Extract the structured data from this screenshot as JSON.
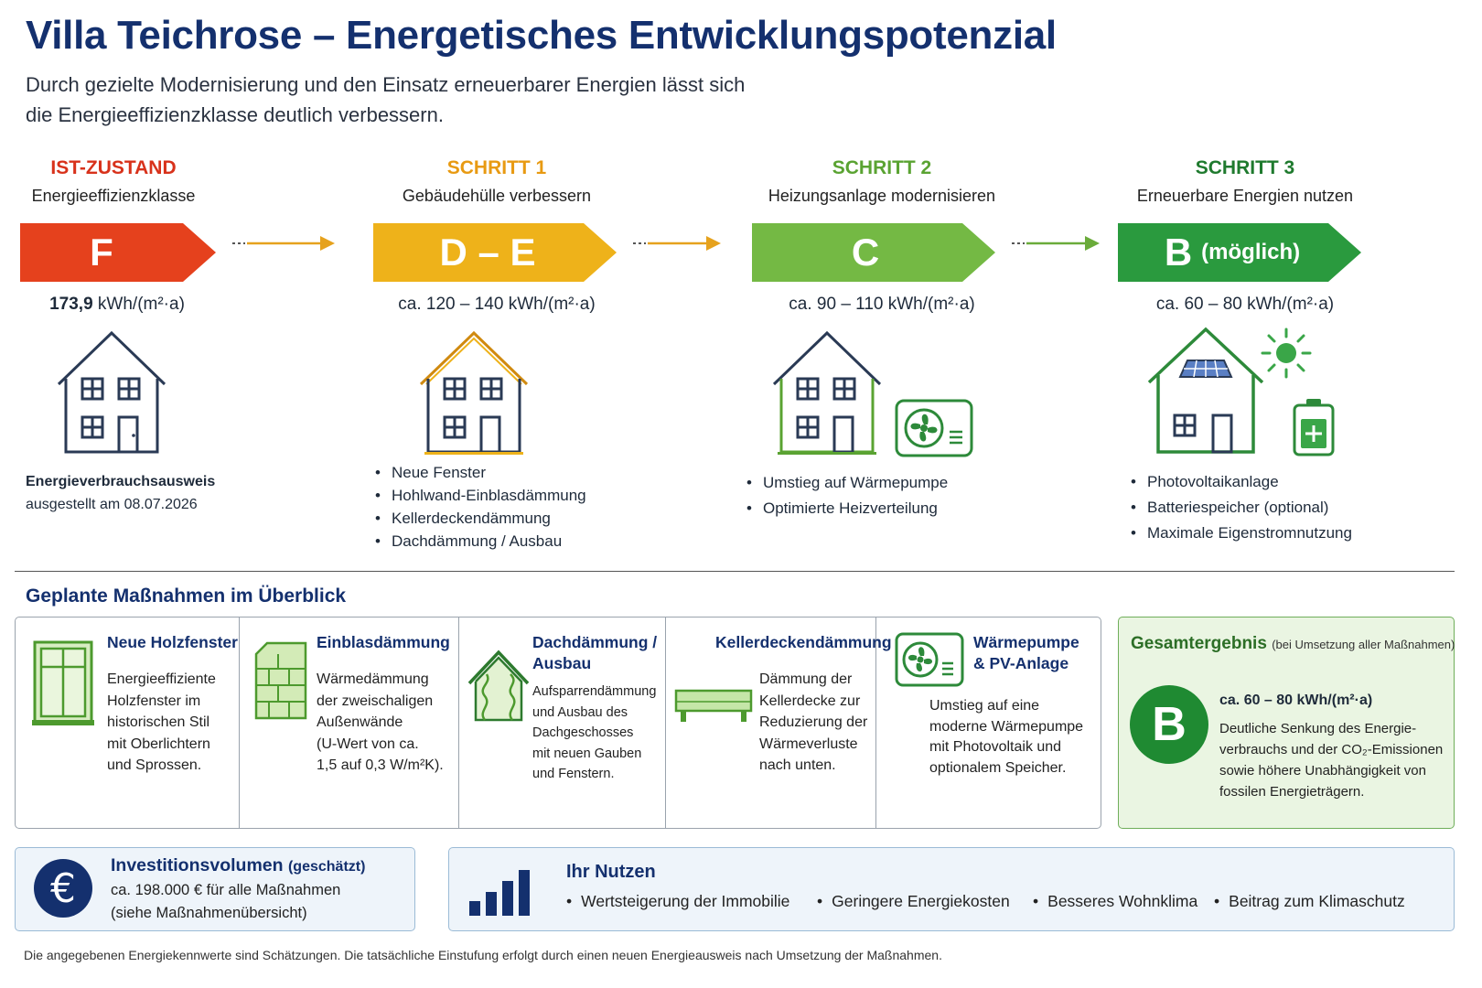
{
  "title": "Villa Teichrose – Energetisches Entwicklungspotenzial",
  "intro_line1": "Durch gezielte Modernisierung und den Einsatz erneuerbarer Energien lässt sich",
  "intro_line2": "die Energieeffizienzklasse deutlich verbessern.",
  "colors": {
    "red": "#e5411d",
    "orange": "#eeb21a",
    "lightgreen": "#74b944",
    "green": "#2a9a3e",
    "navy": "#14306e"
  },
  "steps": [
    {
      "head": "IST-ZUSTAND",
      "sub": "Energieeffizienzklasse",
      "cls": "F",
      "cls_extra": "",
      "value_bold": "173,9",
      "value": " kWh/(m²·a)",
      "color": "#e5411d",
      "head_color": "#d8321b"
    },
    {
      "head": "SCHRITT 1",
      "sub": "Gebäudehülle verbessern",
      "cls": "D – E",
      "cls_extra": "",
      "value_bold": "",
      "value": "ca. 120 – 140 kWh/(m²·a)",
      "color": "#eeb21a",
      "head_color": "#e89a12",
      "bullets": [
        "Neue Fenster",
        "Hohlwand-Einblasdämmung",
        "Kellerdeckendämmung",
        "Dachdämmung / Ausbau"
      ]
    },
    {
      "head": "SCHRITT 2",
      "sub": "Heizungsanlage modernisieren",
      "cls": "C",
      "cls_extra": "",
      "value_bold": "",
      "value": "ca. 90 – 110 kWh/(m²·a)",
      "color": "#74b944",
      "head_color": "#5aa332",
      "bullets": [
        "Umstieg auf Wärmepumpe",
        "Optimierte Heizverteilung"
      ]
    },
    {
      "head": "SCHRITT 3",
      "sub": "Erneuerbare Energien nutzen",
      "cls": "B",
      "cls_extra": "(möglich)",
      "value_bold": "",
      "value": "ca. 60 – 80 kWh/(m²·a)",
      "color": "#2a9a3e",
      "head_color": "#1f7a2e",
      "bullets": [
        "Photovoltaikanlage",
        "Batteriespeicher (optional)",
        "Maximale Eigenstromnutzung"
      ]
    }
  ],
  "certificate_line1": "Energieverbrauchsausweis",
  "certificate_line2": "ausgestellt am 08.07.2026",
  "overview_title": "Geplante Maßnahmen im Überblick",
  "measures": [
    {
      "head": [
        "Neue Holzfenster"
      ],
      "text": [
        "Energieeffiziente",
        "Holzfenster im",
        "historischen Stil",
        "mit Oberlichtern",
        "und Sprossen."
      ],
      "icon": "window-icon"
    },
    {
      "head": [
        "Einblasdämmung"
      ],
      "text": [
        "Wärmedämmung",
        "der zweischaligen",
        "Außenwände",
        "(U-Wert von ca.",
        "1,5 auf 0,3 W/m²K)."
      ],
      "icon": "brick-wall-icon"
    },
    {
      "head": [
        "Dachdämmung /",
        "Ausbau"
      ],
      "text": [
        "Aufsparrendämmung",
        "und Ausbau des",
        "Dachgeschosses",
        "mit neuen Gauben",
        "und Fenstern."
      ],
      "icon": "roof-insulation-icon"
    },
    {
      "head": [
        "Kellerdeckendämmung"
      ],
      "text": [
        "Dämmung der",
        "Kellerdecke zur",
        "Reduzierung der",
        "Wärmeverluste",
        "nach unten."
      ],
      "icon": "ceiling-insulation-icon"
    },
    {
      "head": [
        "Wärmepumpe",
        "& PV-Anlage"
      ],
      "text": [
        "Umstieg auf eine",
        "moderne Wärmepumpe",
        "mit Photovoltaik und",
        "optionalem Speicher."
      ],
      "icon": "heat-pump-icon"
    }
  ],
  "result": {
    "title": "Gesamtergebnis",
    "title_note": "(bei Umsetzung aller Maßnahmen)",
    "cls": "B",
    "value": "ca. 60 – 80 kWh/(m²·a)",
    "text": [
      "Deutliche Senkung des Energie-",
      "verbrauchs und der CO₂-Emissionen",
      "sowie höhere Unabhängigkeit von",
      "fossilen Energieträgern."
    ]
  },
  "investment": {
    "symbol": "€",
    "title": "Investitionsvolumen",
    "title_note": "(geschätzt)",
    "line1": "ca. 198.000 € für alle Maßnahmen",
    "line2": "(siehe Maßnahmenübersicht)"
  },
  "benefits": {
    "title": "Ihr Nutzen",
    "items": [
      "Wertsteigerung der Immobilie",
      "Geringere Energiekosten",
      "Besseres Wohnklima",
      "Beitrag zum Klimaschutz"
    ]
  },
  "footnote": "Die angegebenen Energiekennwerte sind Schätzungen. Die tatsächliche Einstufung erfolgt durch einen neuen Energieausweis nach Umsetzung der Maßnahmen."
}
